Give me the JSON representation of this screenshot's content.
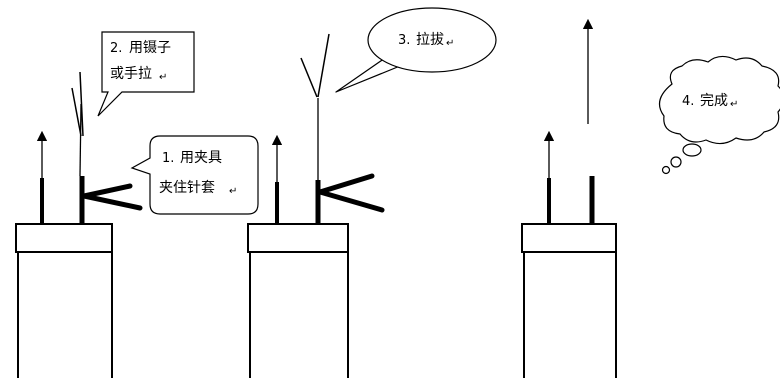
{
  "steps": [
    {
      "number": "1.",
      "line1": "用夹具",
      "line2": "夹住针套",
      "mark": "↵"
    },
    {
      "number": "2.",
      "line1": "用镊子",
      "line2": "或手拉",
      "mark": "↵"
    },
    {
      "number": "3.",
      "line1": "拉拔",
      "mark": "↵"
    },
    {
      "number": "4.",
      "line1": "完成",
      "mark": "↵"
    }
  ],
  "colors": {
    "ink": "#000000",
    "bubble_fill": "#ffffff",
    "background": "#ffffff"
  }
}
